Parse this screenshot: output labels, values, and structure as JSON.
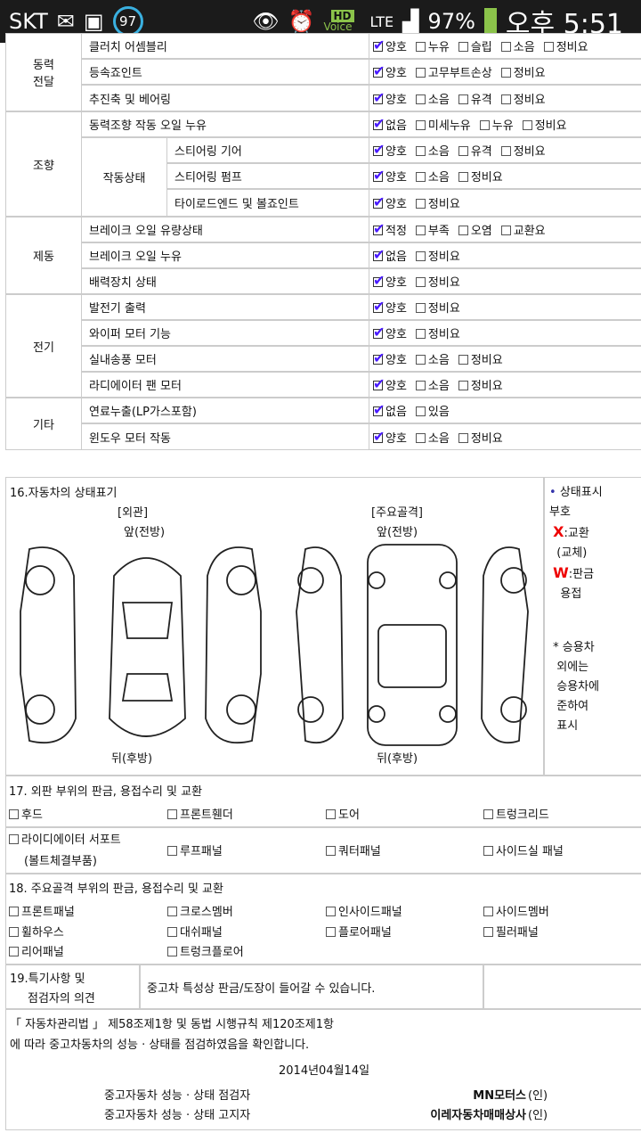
{
  "status_bar": {
    "carrier": "SKT",
    "battery_circle": "97",
    "network": "LTE",
    "hd": "HD",
    "voice": "Voice",
    "battery": "97%",
    "time": "오후 5:51"
  },
  "inspection": [
    {
      "group": "동력\n전달",
      "rows": [
        {
          "item": "클러치 어셈블리",
          "options": [
            {
              "l": "양호",
              "c": true
            },
            {
              "l": "누유",
              "c": false
            },
            {
              "l": "슬립",
              "c": false
            },
            {
              "l": "소음",
              "c": false
            },
            {
              "l": "정비요",
              "c": false
            }
          ]
        },
        {
          "item": "등속죠인트",
          "options": [
            {
              "l": "양호",
              "c": true
            },
            {
              "l": "고무부트손상",
              "c": false
            },
            {
              "l": "정비요",
              "c": false
            }
          ]
        },
        {
          "item": "추진축 및 베어링",
          "options": [
            {
              "l": "양호",
              "c": true
            },
            {
              "l": "소음",
              "c": false
            },
            {
              "l": "유격",
              "c": false
            },
            {
              "l": "정비요",
              "c": false
            }
          ]
        }
      ]
    },
    {
      "group": "조향",
      "sub": "작동상태",
      "rows": [
        {
          "item": "동력조향 작동 오일 누유",
          "options": [
            {
              "l": "없음",
              "c": true
            },
            {
              "l": "미세누유",
              "c": false
            },
            {
              "l": "누유",
              "c": false
            },
            {
              "l": "정비요",
              "c": false
            }
          ]
        },
        {
          "item": "스티어링 기어",
          "options": [
            {
              "l": "양호",
              "c": true
            },
            {
              "l": "소음",
              "c": false
            },
            {
              "l": "유격",
              "c": false
            },
            {
              "l": "정비요",
              "c": false
            }
          ]
        },
        {
          "item": "스티어링 펌프",
          "options": [
            {
              "l": "양호",
              "c": true
            },
            {
              "l": "소음",
              "c": false
            },
            {
              "l": "정비요",
              "c": false
            }
          ]
        },
        {
          "item": "타이로드엔드 및 볼죠인트",
          "options": [
            {
              "l": "양호",
              "c": true
            },
            {
              "l": "정비요",
              "c": false
            }
          ]
        }
      ]
    },
    {
      "group": "제동",
      "rows": [
        {
          "item": "브레이크 오일 유량상태",
          "options": [
            {
              "l": "적정",
              "c": true
            },
            {
              "l": "부족",
              "c": false
            },
            {
              "l": "오염",
              "c": false
            },
            {
              "l": "교환요",
              "c": false
            }
          ]
        },
        {
          "item": "브레이크 오일 누유",
          "options": [
            {
              "l": "없음",
              "c": true
            },
            {
              "l": "정비요",
              "c": false
            }
          ]
        },
        {
          "item": "배력장치 상태",
          "options": [
            {
              "l": "양호",
              "c": true
            },
            {
              "l": "정비요",
              "c": false
            }
          ]
        }
      ]
    },
    {
      "group": "전기",
      "rows": [
        {
          "item": "발전기 출력",
          "options": [
            {
              "l": "양호",
              "c": true
            },
            {
              "l": "정비요",
              "c": false
            }
          ]
        },
        {
          "item": "와이퍼 모터 기능",
          "options": [
            {
              "l": "양호",
              "c": true
            },
            {
              "l": "정비요",
              "c": false
            }
          ]
        },
        {
          "item": "실내송풍 모터",
          "options": [
            {
              "l": "양호",
              "c": true
            },
            {
              "l": "소음",
              "c": false
            },
            {
              "l": "정비요",
              "c": false
            }
          ]
        },
        {
          "item": "라디에이터 팬 모터",
          "options": [
            {
              "l": "양호",
              "c": true
            },
            {
              "l": "소음",
              "c": false
            },
            {
              "l": "정비요",
              "c": false
            }
          ]
        }
      ]
    },
    {
      "group": "기타",
      "rows": [
        {
          "item": "연료누출(LP가스포함)",
          "options": [
            {
              "l": "없음",
              "c": true
            },
            {
              "l": "있음",
              "c": false
            }
          ]
        },
        {
          "item": "윈도우 모터 작동",
          "options": [
            {
              "l": "양호",
              "c": true
            },
            {
              "l": "소음",
              "c": false
            },
            {
              "l": "정비요",
              "c": false
            }
          ]
        }
      ]
    }
  ],
  "section16": {
    "title": "16.자동차의 상태표기",
    "exterior": "[외관]",
    "frame": "[주요골격]",
    "front": "앞(전방)",
    "rear": "뒤(후방)",
    "legend_title": "상태표시",
    "legend_sub": "부호",
    "x_mark": "X",
    "x_label": ":교환",
    "x_label2": "(교체)",
    "w_mark": "W",
    "w_label": ":판금",
    "w_label2": "용접",
    "note": [
      "* 승용차",
      "외에는",
      "승용차에",
      "준하여",
      "표시"
    ]
  },
  "section17": {
    "title": "17. 외판 부위의 판금, 용접수리 및 교환",
    "items": [
      "후드",
      "프론트휀더",
      "도어",
      "트렁크리드",
      "라이디에이터 서포트",
      "루프패널",
      "쿼터패널",
      "사이드실 패널"
    ],
    "note": "(볼트체결부품)"
  },
  "section18": {
    "title": "18. 주요골격 부위의 판금, 용접수리 및 교환",
    "items": [
      "프론트패널",
      "크로스멤버",
      "인사이드패널",
      "사이드멤버",
      "휠하우스",
      "대쉬패널",
      "플로어패널",
      "필러패널",
      "리어패널",
      "트렁크플로어"
    ]
  },
  "section19": {
    "title1": "19.특기사항 및",
    "title2": "점검자의 의견",
    "text": "중고차 특성상 판금/도장이 들어갈 수 있습니다."
  },
  "footer": {
    "law": "「 자동차관리법 」 제58조제1항 및 동법 시행규칙 제120조제1항",
    "law2": "에 따라 중고차동차의 성능 · 상태를 점검하였음을 확인합니다.",
    "date": "2014년04월14일",
    "inspector_label": "중고자동차 성능 · 상태 점검자",
    "inspector": "MN모터스",
    "seal": "(인)",
    "notifier_label": "중고자동차 성능 · 상태 고지자",
    "notifier": "이레자동차매매상사"
  }
}
